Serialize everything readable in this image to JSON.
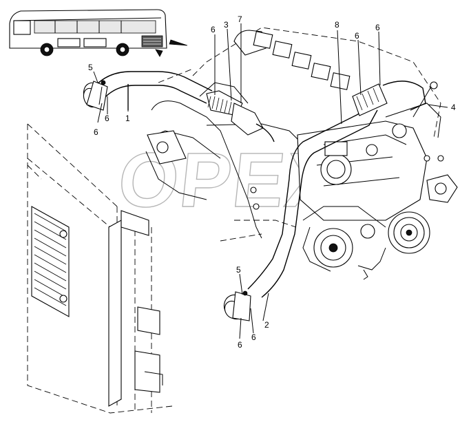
{
  "watermark": "OPEX",
  "callouts": [
    {
      "id": "c5a",
      "text": "5"
    },
    {
      "id": "c6a",
      "text": "6"
    },
    {
      "id": "c6b",
      "text": "6"
    },
    {
      "id": "c1",
      "text": "1"
    },
    {
      "id": "c6c",
      "text": "6"
    },
    {
      "id": "c3",
      "text": "3"
    },
    {
      "id": "c7",
      "text": "7"
    },
    {
      "id": "c8",
      "text": "8"
    },
    {
      "id": "c6d",
      "text": "6"
    },
    {
      "id": "c6e",
      "text": "6"
    },
    {
      "id": "c4",
      "text": "4"
    },
    {
      "id": "c5b",
      "text": "5"
    },
    {
      "id": "c2",
      "text": "2"
    },
    {
      "id": "c6f",
      "text": "6"
    },
    {
      "id": "c6g",
      "text": "6"
    }
  ]
}
